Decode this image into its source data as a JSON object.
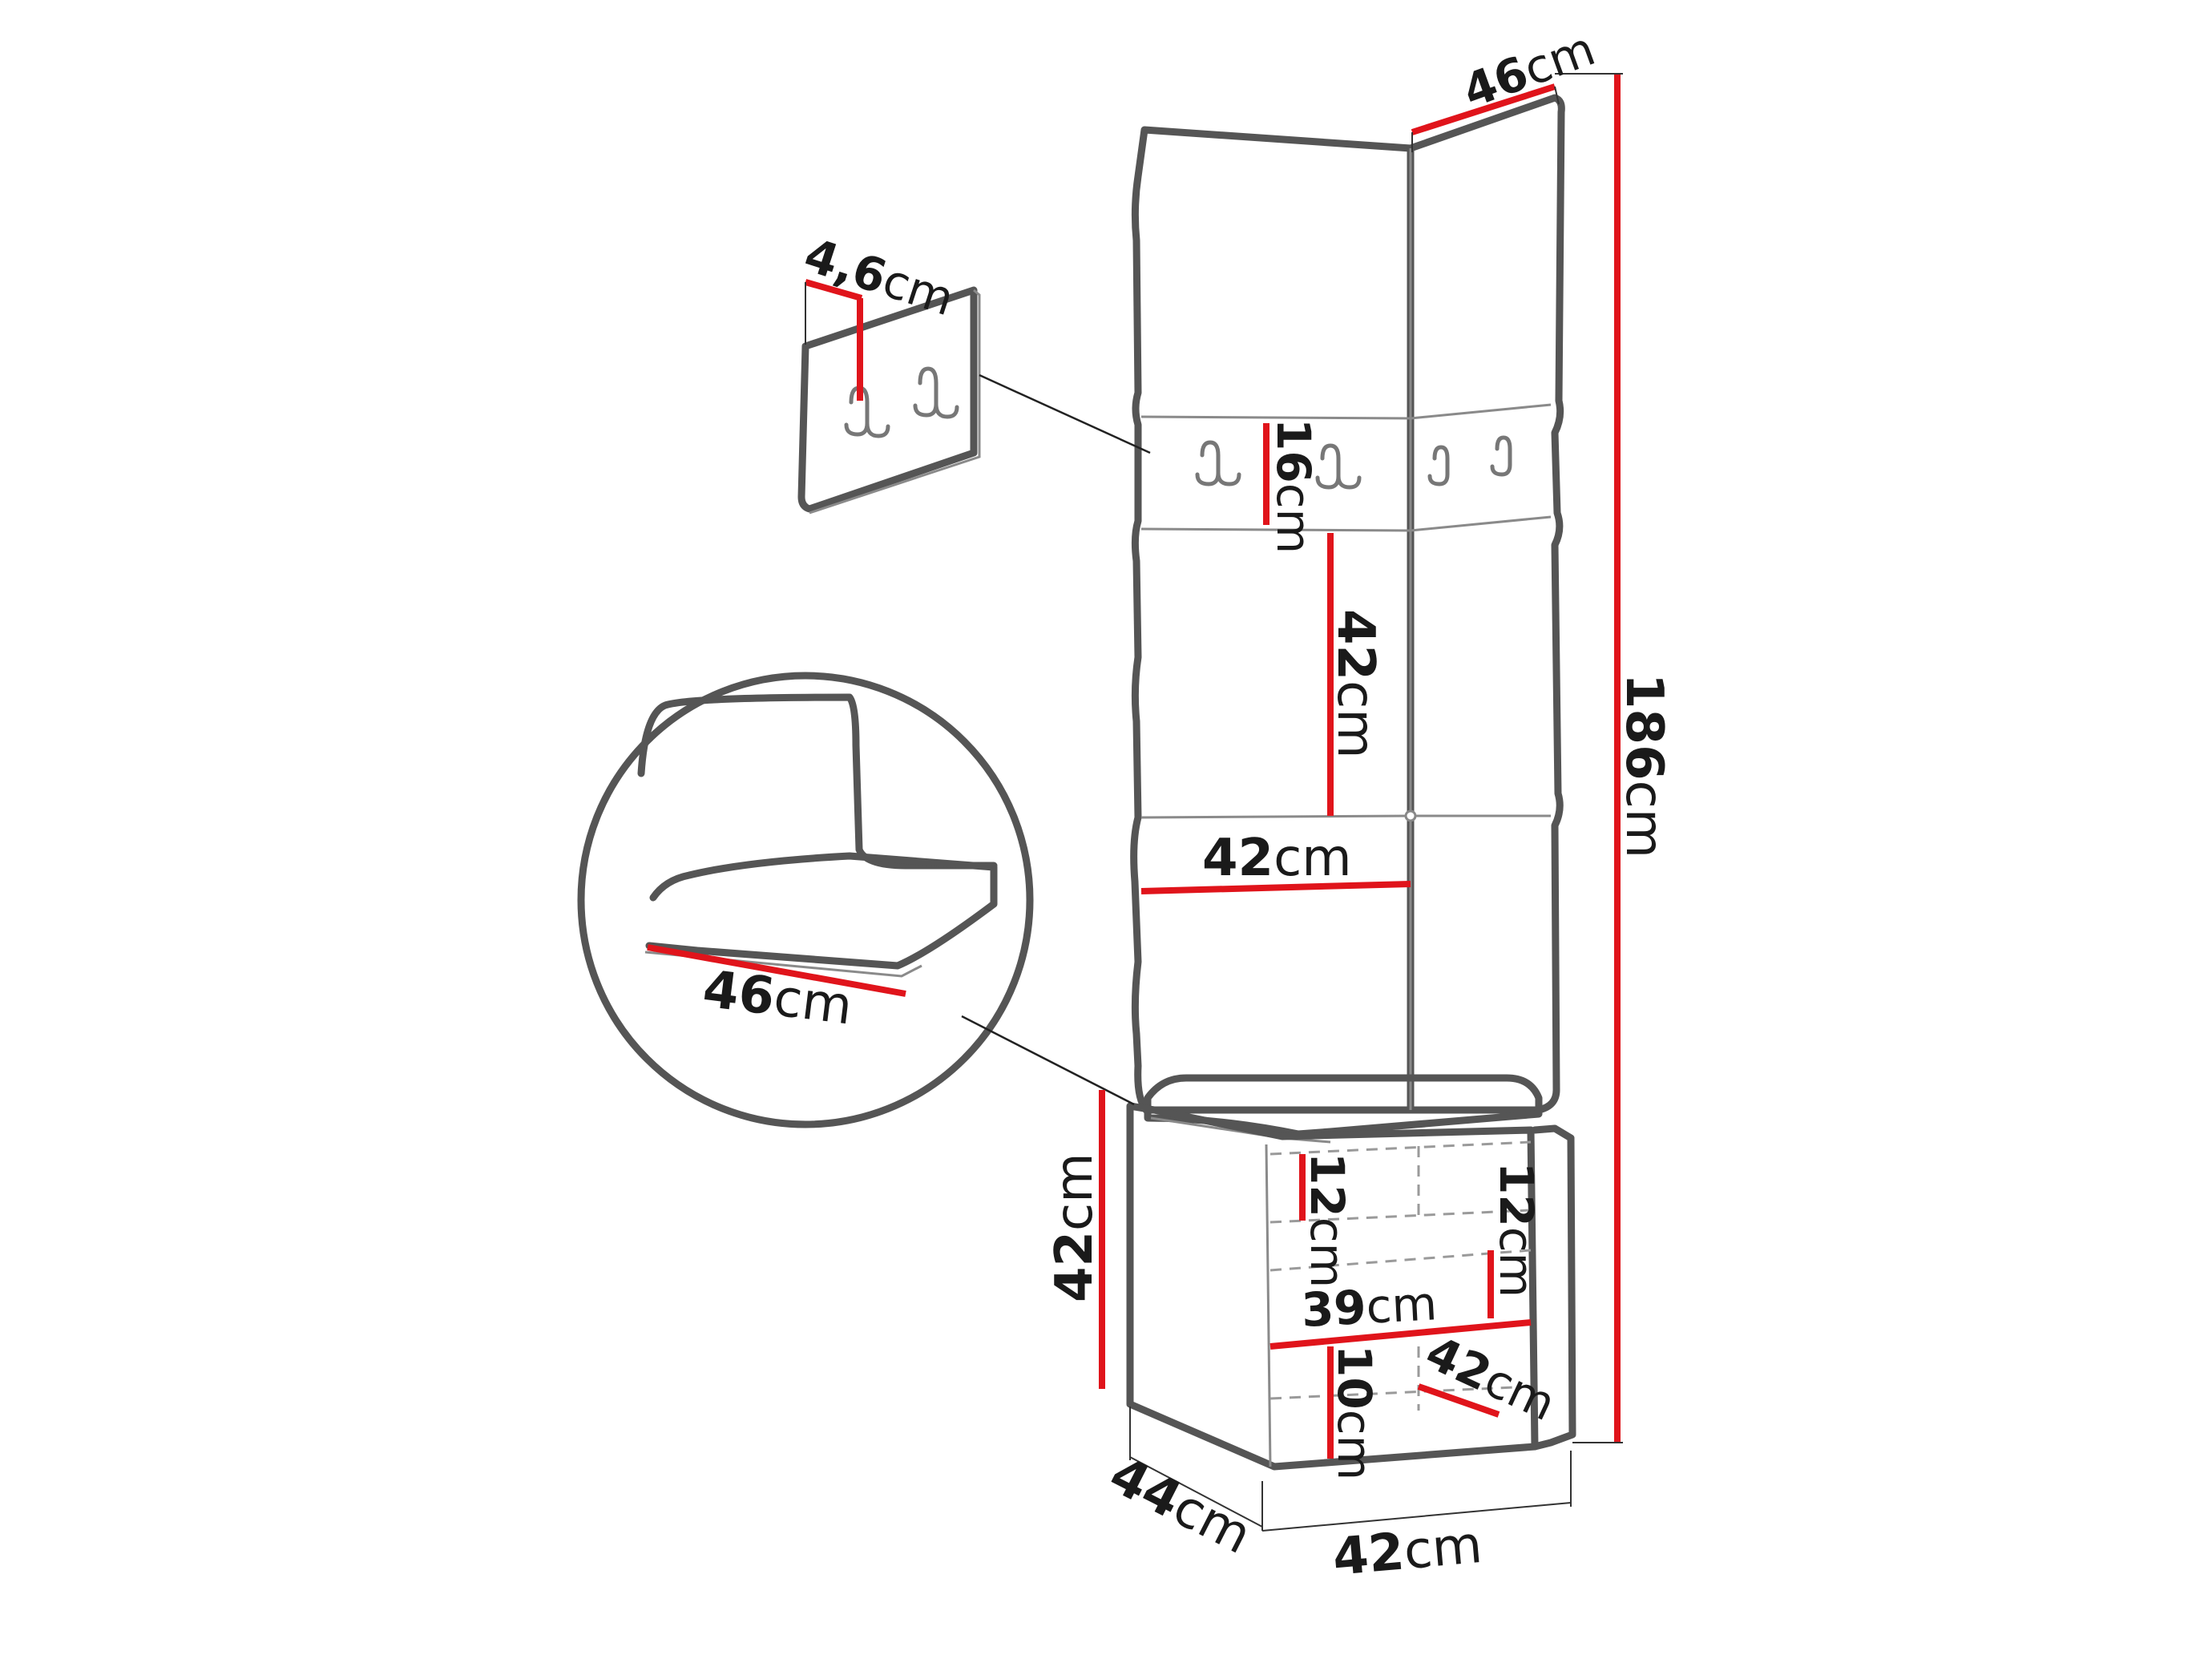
{
  "dimensions": {
    "top_width": {
      "num": "46",
      "unit": "cm"
    },
    "hook_depth": {
      "num": "4,6",
      "unit": "cm"
    },
    "hook_height": {
      "num": "16",
      "unit": "cm"
    },
    "panel_height": {
      "num": "42",
      "unit": "cm"
    },
    "panel_width": {
      "num": "42",
      "unit": "cm"
    },
    "total_height": {
      "num": "186",
      "unit": "cm"
    },
    "seat_width": {
      "num": "46",
      "unit": "cm"
    },
    "bench_height": {
      "num": "42",
      "unit": "cm"
    },
    "shelf_top_left": {
      "num": "12",
      "unit": "cm"
    },
    "shelf_top_right": {
      "num": "12",
      "unit": "cm"
    },
    "inner_width": {
      "num": "39",
      "unit": "cm"
    },
    "bottom_shelf": {
      "num": "10",
      "unit": "cm"
    },
    "inner_depth": {
      "num": "42",
      "unit": "cm"
    },
    "bench_depth": {
      "num": "44",
      "unit": "cm"
    },
    "bench_width": {
      "num": "42",
      "unit": "cm"
    }
  }
}
